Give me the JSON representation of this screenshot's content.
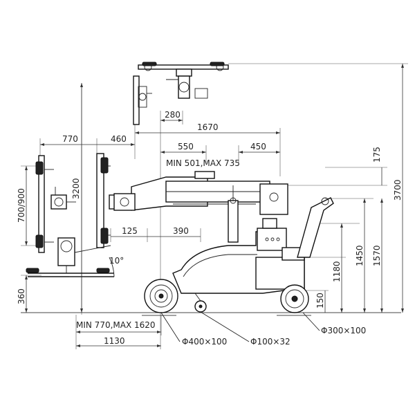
{
  "dimensions": {
    "d280": "280",
    "d1670": "1670",
    "d770": "770",
    "d460": "460",
    "d550": "550",
    "d450": "450",
    "min_max_735": "MIN 501,MAX 735",
    "d175": "175",
    "d3700": "3700",
    "d700_900": "700/900",
    "d3200": "3200",
    "d125": "125",
    "d390": "390",
    "d1450": "1450",
    "d1570": "1570",
    "d1180": "1180",
    "d150": "150",
    "angle": "10°",
    "d360": "360",
    "min_max_1620": "MIN 770,MAX 1620",
    "d1130": "1130",
    "wheel_front": "Φ400×100",
    "wheel_castor": "Φ100×32",
    "wheel_rear": "Φ300×100"
  }
}
